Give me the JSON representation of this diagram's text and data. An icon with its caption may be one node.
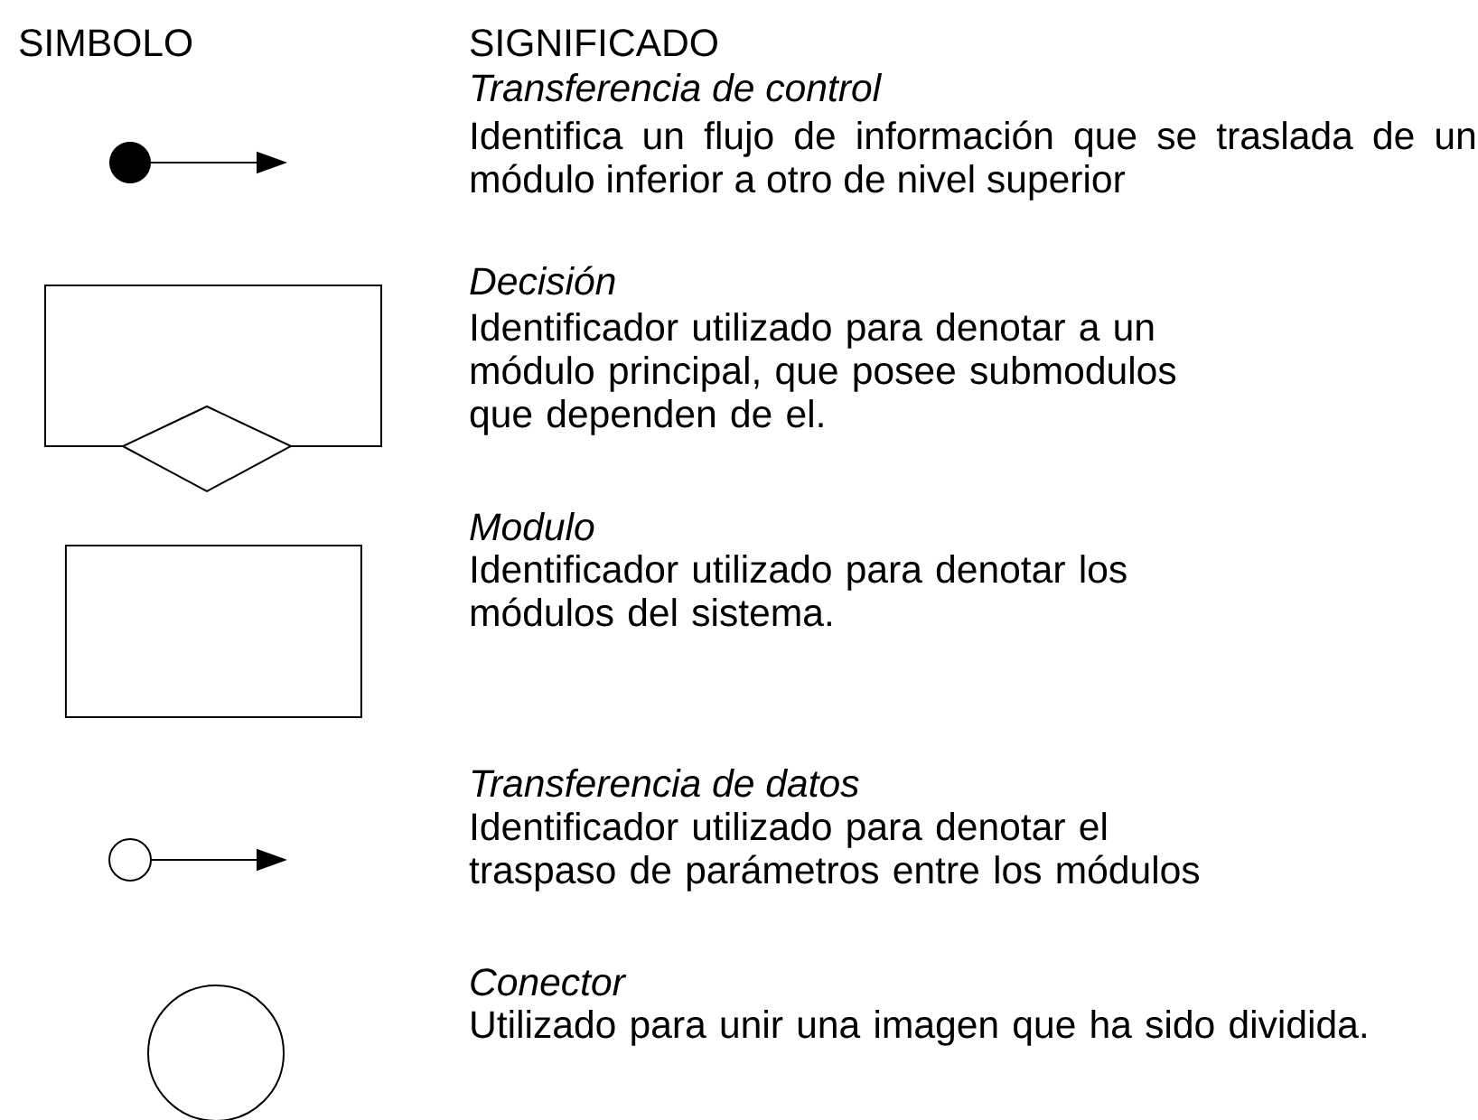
{
  "diagram": {
    "nodes": [
      {
        "text": [],
        "shape": "box"
      },
      {
        "text": [],
        "shape": "circle"
      }
    ],
    "labels": [
      "SIMBOLO",
      "SIGNIFICADO",
      "Transferencia de control",
      "Identifica un flujo de información que se traslada de un módulo inferior a otro de nivel superior",
      "Decisión",
      "Identificador utilizado para denotar a un módulo principal, que posee submodulos que dependen de el.",
      "Modulo",
      "Identificador utilizado para denotar los módulos del sistema.",
      "Transferencia de datos",
      "Identificador utilizado para denotar el traspaso de parámetros entre los módulos",
      "Conector",
      "Utilizado para unir una imagen que ha sido dividida."
    ]
  }
}
